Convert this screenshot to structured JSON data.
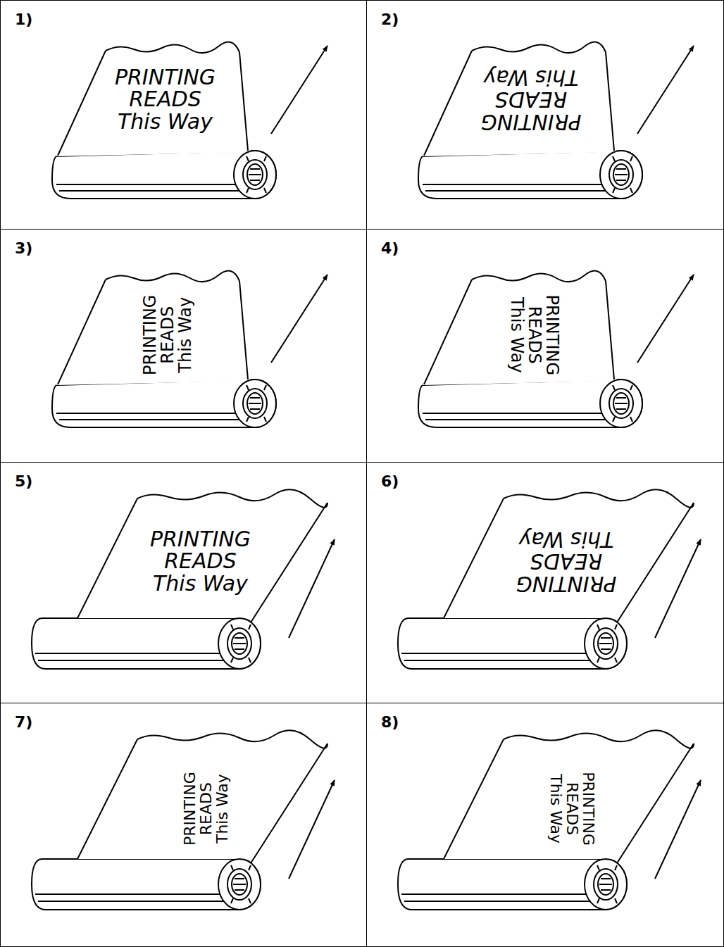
{
  "diagram": {
    "nodes": [
      {
        "text": [
          "1)",
          "PRINTING READS",
          "This Way"
        ]
      },
      {
        "text": [
          "2)",
          "PRINTING READS",
          "This Way"
        ]
      },
      {
        "text": [
          "3)",
          "PRINTING READS",
          "This Way"
        ]
      },
      {
        "text": [
          "4)",
          "PRINTING READS",
          "This Way"
        ]
      },
      {
        "text": [
          "5)",
          "PRINTING READS",
          "This Way"
        ]
      },
      {
        "text": [
          "6)",
          "PRINTING READS",
          "This Way"
        ]
      },
      {
        "text": [
          "7)",
          "PRINTING READS",
          "This Way"
        ]
      },
      {
        "text": [
          "8)",
          "PRINTING READS",
          "This Way"
        ]
      }
    ]
  }
}
